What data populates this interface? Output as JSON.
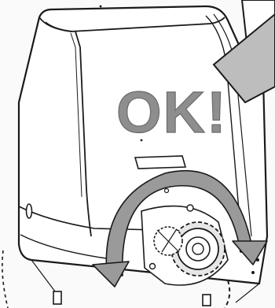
{
  "diagram": {
    "label": "OK!",
    "colors": {
      "line": "#1a1a1a",
      "paper": "#fafafa",
      "arrow_fill": "#9a9a9a",
      "text_fill": "#8e8e8e",
      "gear_fill": "#e6e6e6"
    },
    "icons": [
      "gate-motor-housing",
      "release-lever-rotate-arrows",
      "drive-gear",
      "panel-cover",
      "dashed-swing-path"
    ]
  }
}
